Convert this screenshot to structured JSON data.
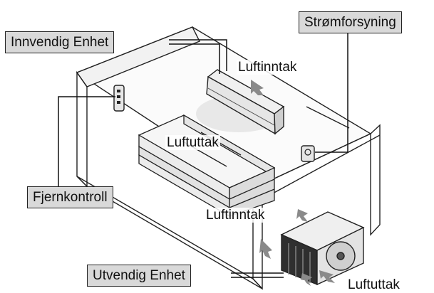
{
  "labels": {
    "indoor_unit": "Innvendig Enhet",
    "power_supply": "Strømforsyning",
    "remote_control": "Fjernkontroll",
    "outdoor_unit": "Utvendig Enhet",
    "indoor_air_inlet": "Luftinntak",
    "indoor_air_outlet": "Luftuttak",
    "outdoor_air_inlet": "Luftinntak",
    "outdoor_air_outlet": "Luftuttak"
  },
  "colors": {
    "label_box_fill": "#d9d9d9",
    "line": "#111111",
    "wall_fill": "#ffffff",
    "unit_fill": "#e6e6e6",
    "arrow_fill": "#8a8a8a"
  }
}
